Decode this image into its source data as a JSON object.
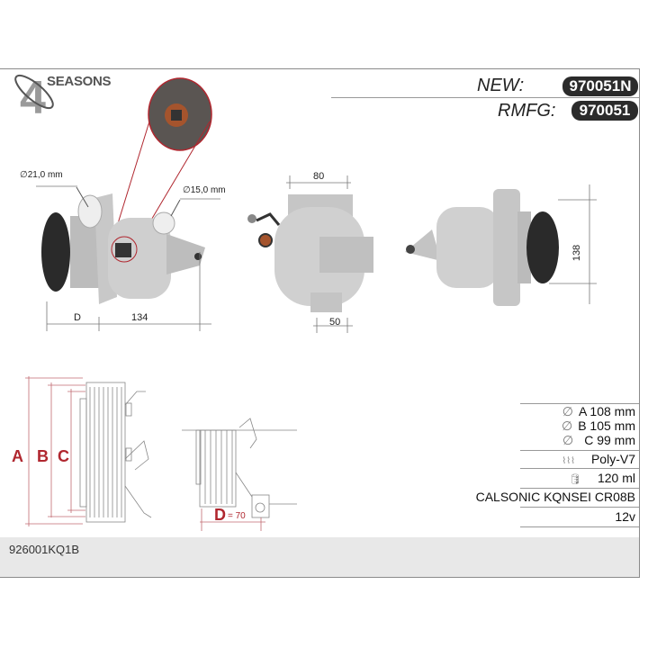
{
  "brand": {
    "logo_text": "SEASONS",
    "logo_numeral": "4"
  },
  "header": {
    "new_label": "NEW:",
    "new_code": "970051N",
    "rmfg_label": "RMFG:",
    "rmfg_code": "970051"
  },
  "photos": {
    "port_suction": "∅21,0 mm",
    "port_discharge": "∅15,0 mm",
    "dim_d": "D",
    "dim_length": "134",
    "dim_top": "80",
    "dim_bottom": "50",
    "dim_height": "138"
  },
  "diagram": {
    "label_a": "A",
    "label_b": "B",
    "label_c": "C",
    "label_d": "D",
    "d_value": "= 70"
  },
  "specs": {
    "a": "A 108 mm",
    "b": "B 105 mm",
    "c": "C 99 mm",
    "pulley": "Poly-V7",
    "oil": "120 ml",
    "model": "CALSONIC KQNSEI CR08B",
    "voltage": "12v",
    "icons": [
      "diameter-icon",
      "diameter-icon",
      "diameter-icon",
      "pulley-groove-icon",
      "oil-can-icon"
    ]
  },
  "footer": {
    "oe_code": "926001KQ1B"
  },
  "colors": {
    "accent_red": "#b0272f",
    "badge_bg": "#2b2b2b",
    "footer_bg": "#e8e8e8"
  }
}
